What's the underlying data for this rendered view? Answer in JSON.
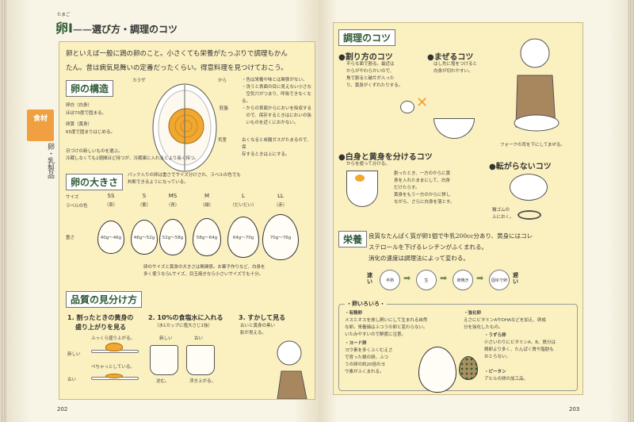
{
  "left_page": {
    "heading_main": "卵Ⅰ",
    "heading_dash": "——",
    "heading_sub": "選び方・調理のコツ",
    "heading_ruby": "たまご",
    "intro": [
      "卵といえば一般に鶏の卵のこと。小さくても栄養がたっぷりで調理もかん",
      "たん。昔は病気見舞いの定番だったくらい。得意料理を見つけておこう。"
    ],
    "side_tab": {
      "category": "食材",
      "section": "卵・乳製品",
      "accent": "#f0a040"
    },
    "structure": {
      "title": "卵の構造",
      "labels": {
        "chalaza": "カラザ",
        "shell": "から",
        "germ": "胚盤",
        "air": "気室",
        "white": "卵白（白身）",
        "white_note": "ほぼ70度で固まる。",
        "yolk": "卵黄（黄身）",
        "yolk_note": "65度で固まりはじめる。"
      },
      "notes": [
        "・色は栄養や味とは関係がない。",
        "・洗うと表面の目に見えない小さな",
        "　空気穴がつまり、呼吸できなくなる。",
        "・からの表面からにおいを吸収する",
        "　ので、保存するときはにおいの強",
        "　いものを近くにおかない。"
      ],
      "air_note": [
        "古くなると炭酸ガスがたまるので、保",
        "存するときは上にする。"
      ],
      "freshness": [
        "日づけの新しいものを選ぶ。",
        "冷蔵しなくても2週間ほど持つが、冷蔵庫に入れるとより長く持つ。"
      ]
    },
    "size": {
      "title": "卵の大きさ",
      "note": [
        "パック入りの卵は重さでサイズ分けされ、ラベルの色でも",
        "判断できるようになっている。"
      ],
      "row_size": "サイズ",
      "row_label": "ラベルの色",
      "row_weight": "重さ",
      "items": [
        {
          "size": "SS",
          "color": "（茶）",
          "weight": "40g～46g"
        },
        {
          "size": "S",
          "color": "（紫）",
          "weight": "46g～52g"
        },
        {
          "size": "MS",
          "color": "（青）",
          "weight": "52g～58g"
        },
        {
          "size": "M",
          "color": "（緑）",
          "weight": "58g～64g"
        },
        {
          "size": "L",
          "color": "（だいだい）",
          "weight": "64g～70g"
        },
        {
          "size": "LL",
          "color": "（赤）",
          "weight": "70g～76g"
        }
      ],
      "footer": [
        "卵のサイズと黄身の大きさは無関係。お菓子作りなど、白身を",
        "多く使うならLサイズ、目玉焼きなら小さいサイズでも十分。"
      ]
    },
    "quality": {
      "title": "品質の見分け方",
      "m1": [
        "1. 割ったときの黄身の",
        "盛り上がりを見る"
      ],
      "m1_fresh_note": "ふっくら盛り上がる。",
      "m1_old_note": "ぺちゃっとしている。",
      "fresh": "新しい",
      "old": "古い",
      "m2": "2. 10%の食塩水に入れる",
      "m2_sub": "（水1カップに塩大さじ1強）",
      "m2_fresh": "新しい",
      "m2_old": "古い",
      "m2_sink": "沈む。",
      "m2_float": "浮き上がる。",
      "m3": "3. すかして見る",
      "m3_note": [
        "古いと黄身の黒い",
        "影が見える。"
      ]
    },
    "page_number": "202"
  },
  "right_page": {
    "cooking": {
      "title": "調理のコツ",
      "crack": {
        "title": "●割り方のコツ",
        "text": [
          "平らな面で割る。最近は",
          "からがやわらかいので、",
          "角で割ると破片が入った",
          "り、黄身がくずれたりする。"
        ]
      },
      "mix": {
        "title": "●まぜるコツ",
        "text": [
          "はし先に塩をつけると",
          "白身が切れやすい。"
        ],
        "caption": "フォークの背を下にしてまぜる。"
      },
      "separate": {
        "title": "●白身と黄身を分けるコツ",
        "sub": "からを使って分ける。",
        "text": [
          "割ったとき、一方のからに黄",
          "身を入れたままにして、白身",
          "だけたらす。",
          "黄身をもう一方のからに移し",
          "ながら、さらに白身を落とす。"
        ]
      },
      "roll": {
        "title": "●転がらないコツ",
        "text": [
          "輪ゴムの",
          "上におく。"
        ]
      }
    },
    "nutrition": {
      "title": "栄養",
      "text": [
        "良質なたんぱく質が卵1個で牛乳200cc分あり、黄身にはコレ",
        "ステロールを下げるレシチンがふくまれる。",
        "消化の速度は調理法によって変わる。"
      ],
      "fast": "速い",
      "slow": "遅い",
      "steps": [
        "半熟",
        "生",
        "卵焼き",
        "固ゆで卵"
      ]
    },
    "varieties": {
      "title": "・卵いろいろ・",
      "items": [
        {
          "name": "・有精卵",
          "text": [
            "メスとオスを放し飼いにして生まれる自然",
            "な卵。栄養価はふつうの卵と変わらない。",
            "いたみやすいので鮮度に注意。"
          ]
        },
        {
          "name": "・ヨード卵",
          "text": [
            "ヨウ素を多くふくむえさ",
            "で育った鶏の卵。ふつ",
            "うの卵の約20倍のヨ",
            "ウ素がふくまれる。"
          ]
        },
        {
          "name": "・強化卵",
          "text": [
            "えさにビタミンAやDHAなどを加え、卵成",
            "分を強化したもの。"
          ]
        },
        {
          "name": "・うずら卵",
          "text": [
            "小さいわりにビタミンA、B、鉄分は",
            "鶏卵より多く、たんぱく質や脂肪も",
            "おとらない。"
          ]
        },
        {
          "name": "・ピータン",
          "text": [
            "アヒルの卵の加工品。"
          ]
        }
      ]
    },
    "page_number": "203"
  }
}
